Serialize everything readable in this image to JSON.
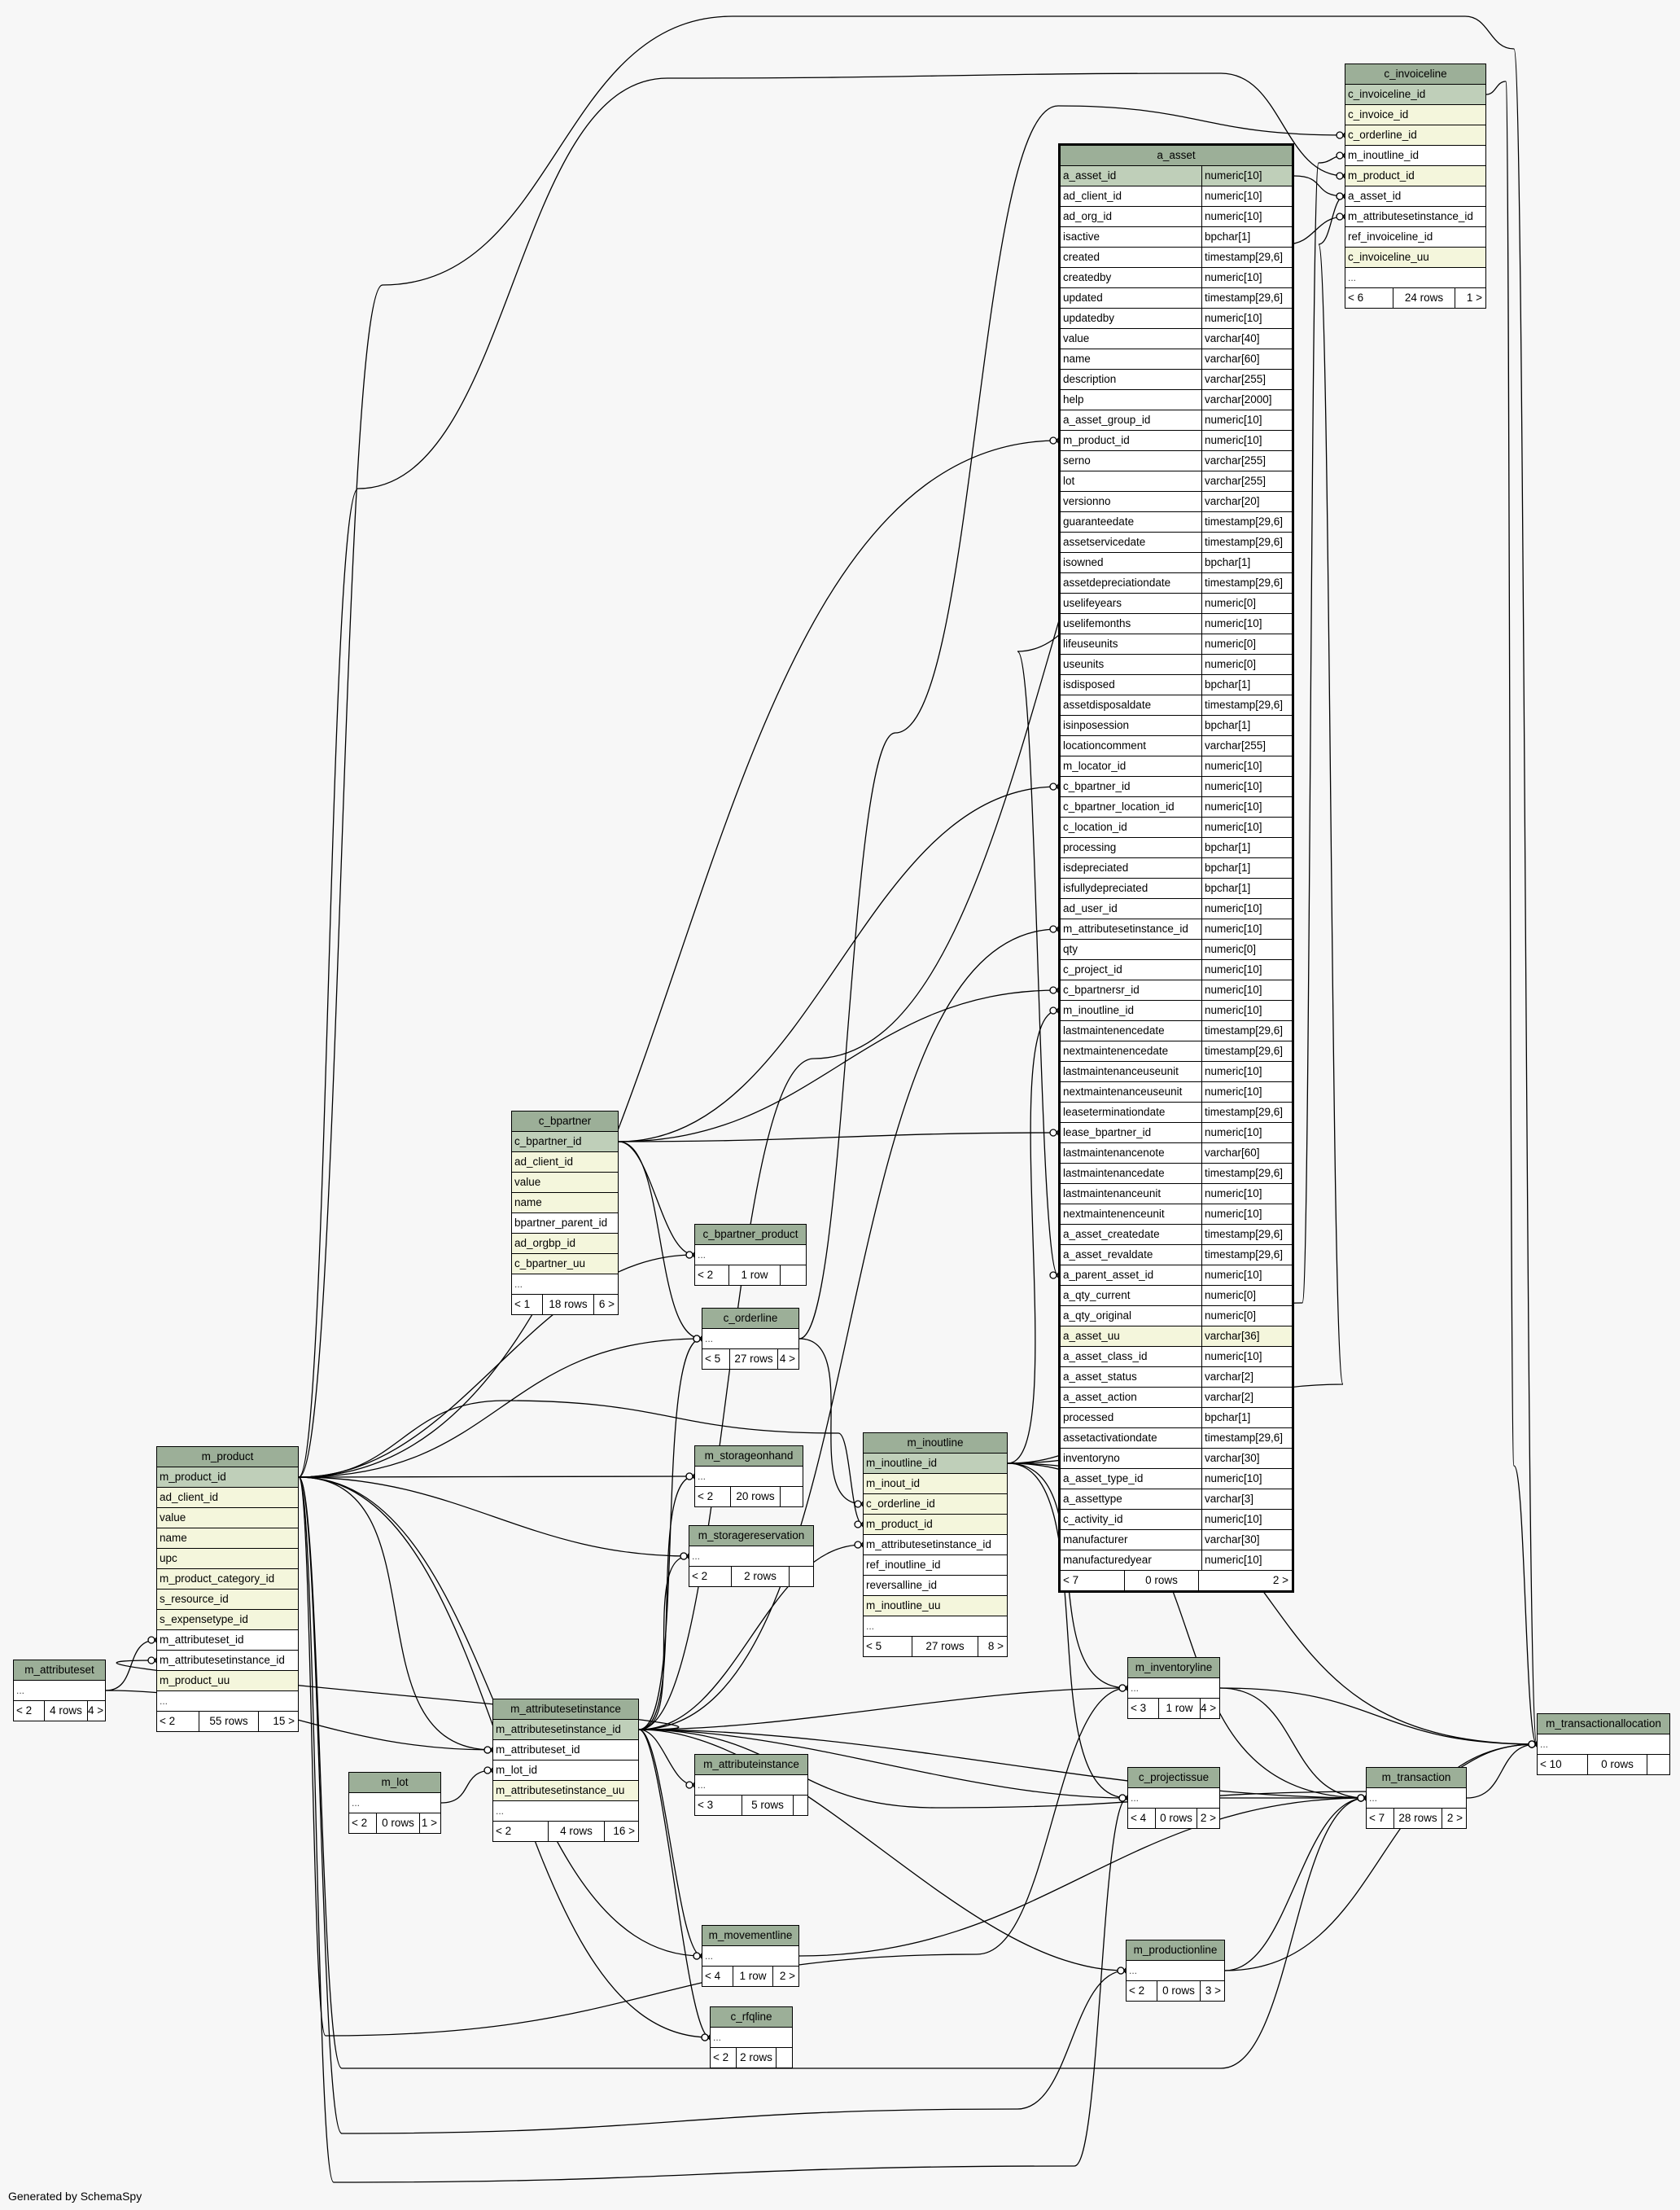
{
  "footer": "Generated by SchemaSpy",
  "tables": [
    {
      "id": "a_asset",
      "name": "a_asset",
      "main": true,
      "cols": [
        [
          "a_asset_id",
          "numeric[10]",
          "pk"
        ],
        [
          "ad_client_id",
          "numeric[10]",
          "plain"
        ],
        [
          "ad_org_id",
          "numeric[10]",
          "plain"
        ],
        [
          "isactive",
          "bpchar[1]",
          "plain"
        ],
        [
          "created",
          "timestamp[29,6]",
          "plain"
        ],
        [
          "createdby",
          "numeric[10]",
          "plain"
        ],
        [
          "updated",
          "timestamp[29,6]",
          "plain"
        ],
        [
          "updatedby",
          "numeric[10]",
          "plain"
        ],
        [
          "value",
          "varchar[40]",
          "plain"
        ],
        [
          "name",
          "varchar[60]",
          "plain"
        ],
        [
          "description",
          "varchar[255]",
          "plain"
        ],
        [
          "help",
          "varchar[2000]",
          "plain"
        ],
        [
          "a_asset_group_id",
          "numeric[10]",
          "plain"
        ],
        [
          "m_product_id",
          "numeric[10]",
          "plain"
        ],
        [
          "serno",
          "varchar[255]",
          "plain"
        ],
        [
          "lot",
          "varchar[255]",
          "plain"
        ],
        [
          "versionno",
          "varchar[20]",
          "plain"
        ],
        [
          "guaranteedate",
          "timestamp[29,6]",
          "plain"
        ],
        [
          "assetservicedate",
          "timestamp[29,6]",
          "plain"
        ],
        [
          "isowned",
          "bpchar[1]",
          "plain"
        ],
        [
          "assetdepreciationdate",
          "timestamp[29,6]",
          "plain"
        ],
        [
          "uselifeyears",
          "numeric[0]",
          "plain"
        ],
        [
          "uselifemonths",
          "numeric[10]",
          "plain"
        ],
        [
          "lifeuseunits",
          "numeric[0]",
          "plain"
        ],
        [
          "useunits",
          "numeric[0]",
          "plain"
        ],
        [
          "isdisposed",
          "bpchar[1]",
          "plain"
        ],
        [
          "assetdisposaldate",
          "timestamp[29,6]",
          "plain"
        ],
        [
          "isinposession",
          "bpchar[1]",
          "plain"
        ],
        [
          "locationcomment",
          "varchar[255]",
          "plain"
        ],
        [
          "m_locator_id",
          "numeric[10]",
          "plain"
        ],
        [
          "c_bpartner_id",
          "numeric[10]",
          "plain"
        ],
        [
          "c_bpartner_location_id",
          "numeric[10]",
          "plain"
        ],
        [
          "c_location_id",
          "numeric[10]",
          "plain"
        ],
        [
          "processing",
          "bpchar[1]",
          "plain"
        ],
        [
          "isdepreciated",
          "bpchar[1]",
          "plain"
        ],
        [
          "isfullydepreciated",
          "bpchar[1]",
          "plain"
        ],
        [
          "ad_user_id",
          "numeric[10]",
          "plain"
        ],
        [
          "m_attributesetinstance_id",
          "numeric[10]",
          "plain"
        ],
        [
          "qty",
          "numeric[0]",
          "plain"
        ],
        [
          "c_project_id",
          "numeric[10]",
          "plain"
        ],
        [
          "c_bpartnersr_id",
          "numeric[10]",
          "plain"
        ],
        [
          "m_inoutline_id",
          "numeric[10]",
          "plain"
        ],
        [
          "lastmaintenencedate",
          "timestamp[29,6]",
          "plain"
        ],
        [
          "nextmaintenencedate",
          "timestamp[29,6]",
          "plain"
        ],
        [
          "lastmaintenanceuseunit",
          "numeric[10]",
          "plain"
        ],
        [
          "nextmaintenanceuseunit",
          "numeric[10]",
          "plain"
        ],
        [
          "leaseterminationdate",
          "timestamp[29,6]",
          "plain"
        ],
        [
          "lease_bpartner_id",
          "numeric[10]",
          "plain"
        ],
        [
          "lastmaintenancenote",
          "varchar[60]",
          "plain"
        ],
        [
          "lastmaintenancedate",
          "timestamp[29,6]",
          "plain"
        ],
        [
          "lastmaintenanceunit",
          "numeric[10]",
          "plain"
        ],
        [
          "nextmaintenenceunit",
          "numeric[10]",
          "plain"
        ],
        [
          "a_asset_createdate",
          "timestamp[29,6]",
          "plain"
        ],
        [
          "a_asset_revaldate",
          "timestamp[29,6]",
          "plain"
        ],
        [
          "a_parent_asset_id",
          "numeric[10]",
          "plain"
        ],
        [
          "a_qty_current",
          "numeric[0]",
          "plain"
        ],
        [
          "a_qty_original",
          "numeric[0]",
          "plain"
        ],
        [
          "a_asset_uu",
          "varchar[36]",
          "idx"
        ],
        [
          "a_asset_class_id",
          "numeric[10]",
          "plain"
        ],
        [
          "a_asset_status",
          "varchar[2]",
          "plain"
        ],
        [
          "a_asset_action",
          "varchar[2]",
          "plain"
        ],
        [
          "processed",
          "bpchar[1]",
          "plain"
        ],
        [
          "assetactivationdate",
          "timestamp[29,6]",
          "plain"
        ],
        [
          "inventoryno",
          "varchar[30]",
          "plain"
        ],
        [
          "a_asset_type_id",
          "numeric[10]",
          "plain"
        ],
        [
          "a_assettype",
          "varchar[3]",
          "plain"
        ],
        [
          "c_activity_id",
          "numeric[10]",
          "plain"
        ],
        [
          "manufacturer",
          "varchar[30]",
          "plain"
        ],
        [
          "manufacturedyear",
          "numeric[10]",
          "plain"
        ]
      ],
      "foot": [
        "< 7",
        "0 rows",
        "2 >"
      ]
    },
    {
      "id": "c_invoiceline",
      "name": "c_invoiceline",
      "cols": [
        [
          "c_invoiceline_id",
          "",
          "pk"
        ],
        [
          "c_invoice_id",
          "",
          "idx"
        ],
        [
          "c_orderline_id",
          "",
          "idx"
        ],
        [
          "m_inoutline_id",
          "",
          "plain"
        ],
        [
          "m_product_id",
          "",
          "idx"
        ],
        [
          "a_asset_id",
          "",
          "plain"
        ],
        [
          "m_attributesetinstance_id",
          "",
          "plain"
        ],
        [
          "ref_invoiceline_id",
          "",
          "plain"
        ],
        [
          "c_invoiceline_uu",
          "",
          "idx"
        ],
        [
          "...",
          "",
          "ell"
        ]
      ],
      "foot": [
        "< 6",
        "24 rows",
        "1 >"
      ]
    },
    {
      "id": "c_bpartner",
      "name": "c_bpartner",
      "cols": [
        [
          "c_bpartner_id",
          "",
          "pk"
        ],
        [
          "ad_client_id",
          "",
          "idx"
        ],
        [
          "value",
          "",
          "idx"
        ],
        [
          "name",
          "",
          "idx"
        ],
        [
          "bpartner_parent_id",
          "",
          "plain"
        ],
        [
          "ad_orgbp_id",
          "",
          "idx"
        ],
        [
          "c_bpartner_uu",
          "",
          "idx"
        ],
        [
          "...",
          "",
          "ell"
        ]
      ],
      "foot": [
        "< 1",
        "18 rows",
        "6 >"
      ]
    },
    {
      "id": "c_bpartner_product",
      "name": "c_bpartner_product",
      "cols": [
        [
          "...",
          "",
          "ell"
        ]
      ],
      "foot": [
        "< 2",
        "1 row",
        ""
      ]
    },
    {
      "id": "c_orderline",
      "name": "c_orderline",
      "cols": [
        [
          "...",
          "",
          "ell"
        ]
      ],
      "foot": [
        "< 5",
        "27 rows",
        "4 >"
      ]
    },
    {
      "id": "m_product",
      "name": "m_product",
      "cols": [
        [
          "m_product_id",
          "",
          "pk"
        ],
        [
          "ad_client_id",
          "",
          "idx"
        ],
        [
          "value",
          "",
          "idx"
        ],
        [
          "name",
          "",
          "idx"
        ],
        [
          "upc",
          "",
          "idx"
        ],
        [
          "m_product_category_id",
          "",
          "idx"
        ],
        [
          "s_resource_id",
          "",
          "idx"
        ],
        [
          "s_expensetype_id",
          "",
          "idx"
        ],
        [
          "m_attributeset_id",
          "",
          "plain"
        ],
        [
          "m_attributesetinstance_id",
          "",
          "plain"
        ],
        [
          "m_product_uu",
          "",
          "idx"
        ],
        [
          "...",
          "",
          "ell"
        ]
      ],
      "foot": [
        "< 2",
        "55 rows",
        "15 >"
      ]
    },
    {
      "id": "m_storageonhand",
      "name": "m_storageonhand",
      "cols": [
        [
          "...",
          "",
          "ell"
        ]
      ],
      "foot": [
        "< 2",
        "20 rows",
        ""
      ]
    },
    {
      "id": "m_storagereservation",
      "name": "m_storagereservation",
      "cols": [
        [
          "...",
          "",
          "ell"
        ]
      ],
      "foot": [
        "< 2",
        "2 rows",
        ""
      ]
    },
    {
      "id": "m_inoutline",
      "name": "m_inoutline",
      "cols": [
        [
          "m_inoutline_id",
          "",
          "pk"
        ],
        [
          "m_inout_id",
          "",
          "idx"
        ],
        [
          "c_orderline_id",
          "",
          "idx"
        ],
        [
          "m_product_id",
          "",
          "idx"
        ],
        [
          "m_attributesetinstance_id",
          "",
          "plain"
        ],
        [
          "ref_inoutline_id",
          "",
          "plain"
        ],
        [
          "reversalline_id",
          "",
          "plain"
        ],
        [
          "m_inoutline_uu",
          "",
          "idx"
        ],
        [
          "...",
          "",
          "ell"
        ]
      ],
      "foot": [
        "< 5",
        "27 rows",
        "8 >"
      ]
    },
    {
      "id": "m_attributeset",
      "name": "m_attributeset",
      "cols": [
        [
          "...",
          "",
          "ell"
        ]
      ],
      "foot": [
        "< 2",
        "4 rows",
        "4 >"
      ]
    },
    {
      "id": "m_attributesetinstance",
      "name": "m_attributesetinstance",
      "cols": [
        [
          "m_attributesetinstance_id",
          "",
          "pk"
        ],
        [
          "m_attributeset_id",
          "",
          "plain"
        ],
        [
          "m_lot_id",
          "",
          "plain"
        ],
        [
          "m_attributesetinstance_uu",
          "",
          "idx"
        ],
        [
          "...",
          "",
          "ell"
        ]
      ],
      "foot": [
        "< 2",
        "4 rows",
        "16 >"
      ]
    },
    {
      "id": "m_lot",
      "name": "m_lot",
      "cols": [
        [
          "...",
          "",
          "ell"
        ]
      ],
      "foot": [
        "< 2",
        "0 rows",
        "1 >"
      ]
    },
    {
      "id": "m_attributeinstance",
      "name": "m_attributeinstance",
      "cols": [
        [
          "...",
          "",
          "ell"
        ]
      ],
      "foot": [
        "< 3",
        "5 rows",
        ""
      ]
    },
    {
      "id": "m_inventoryline",
      "name": "m_inventoryline",
      "cols": [
        [
          "...",
          "",
          "ell"
        ]
      ],
      "foot": [
        "< 3",
        "1 row",
        "4 >"
      ]
    },
    {
      "id": "c_projectissue",
      "name": "c_projectissue",
      "cols": [
        [
          "...",
          "",
          "ell"
        ]
      ],
      "foot": [
        "< 4",
        "0 rows",
        "2 >"
      ]
    },
    {
      "id": "m_transaction",
      "name": "m_transaction",
      "cols": [
        [
          "...",
          "",
          "ell"
        ]
      ],
      "foot": [
        "< 7",
        "28 rows",
        "2 >"
      ]
    },
    {
      "id": "m_transactionallocation",
      "name": "m_transactionallocation",
      "cols": [
        [
          "...",
          "",
          "ell"
        ]
      ],
      "foot": [
        "< 10",
        "0 rows",
        ""
      ]
    },
    {
      "id": "m_movementline",
      "name": "m_movementline",
      "cols": [
        [
          "...",
          "",
          "ell"
        ]
      ],
      "foot": [
        "< 4",
        "1 row",
        "2 >"
      ]
    },
    {
      "id": "m_productionline",
      "name": "m_productionline",
      "cols": [
        [
          "...",
          "",
          "ell"
        ]
      ],
      "foot": [
        "< 2",
        "0 rows",
        "3 >"
      ]
    },
    {
      "id": "c_rfqline",
      "name": "c_rfqline",
      "cols": [
        [
          "...",
          "",
          "ell"
        ]
      ],
      "foot": [
        "< 2",
        "2 rows",
        ""
      ]
    }
  ]
}
